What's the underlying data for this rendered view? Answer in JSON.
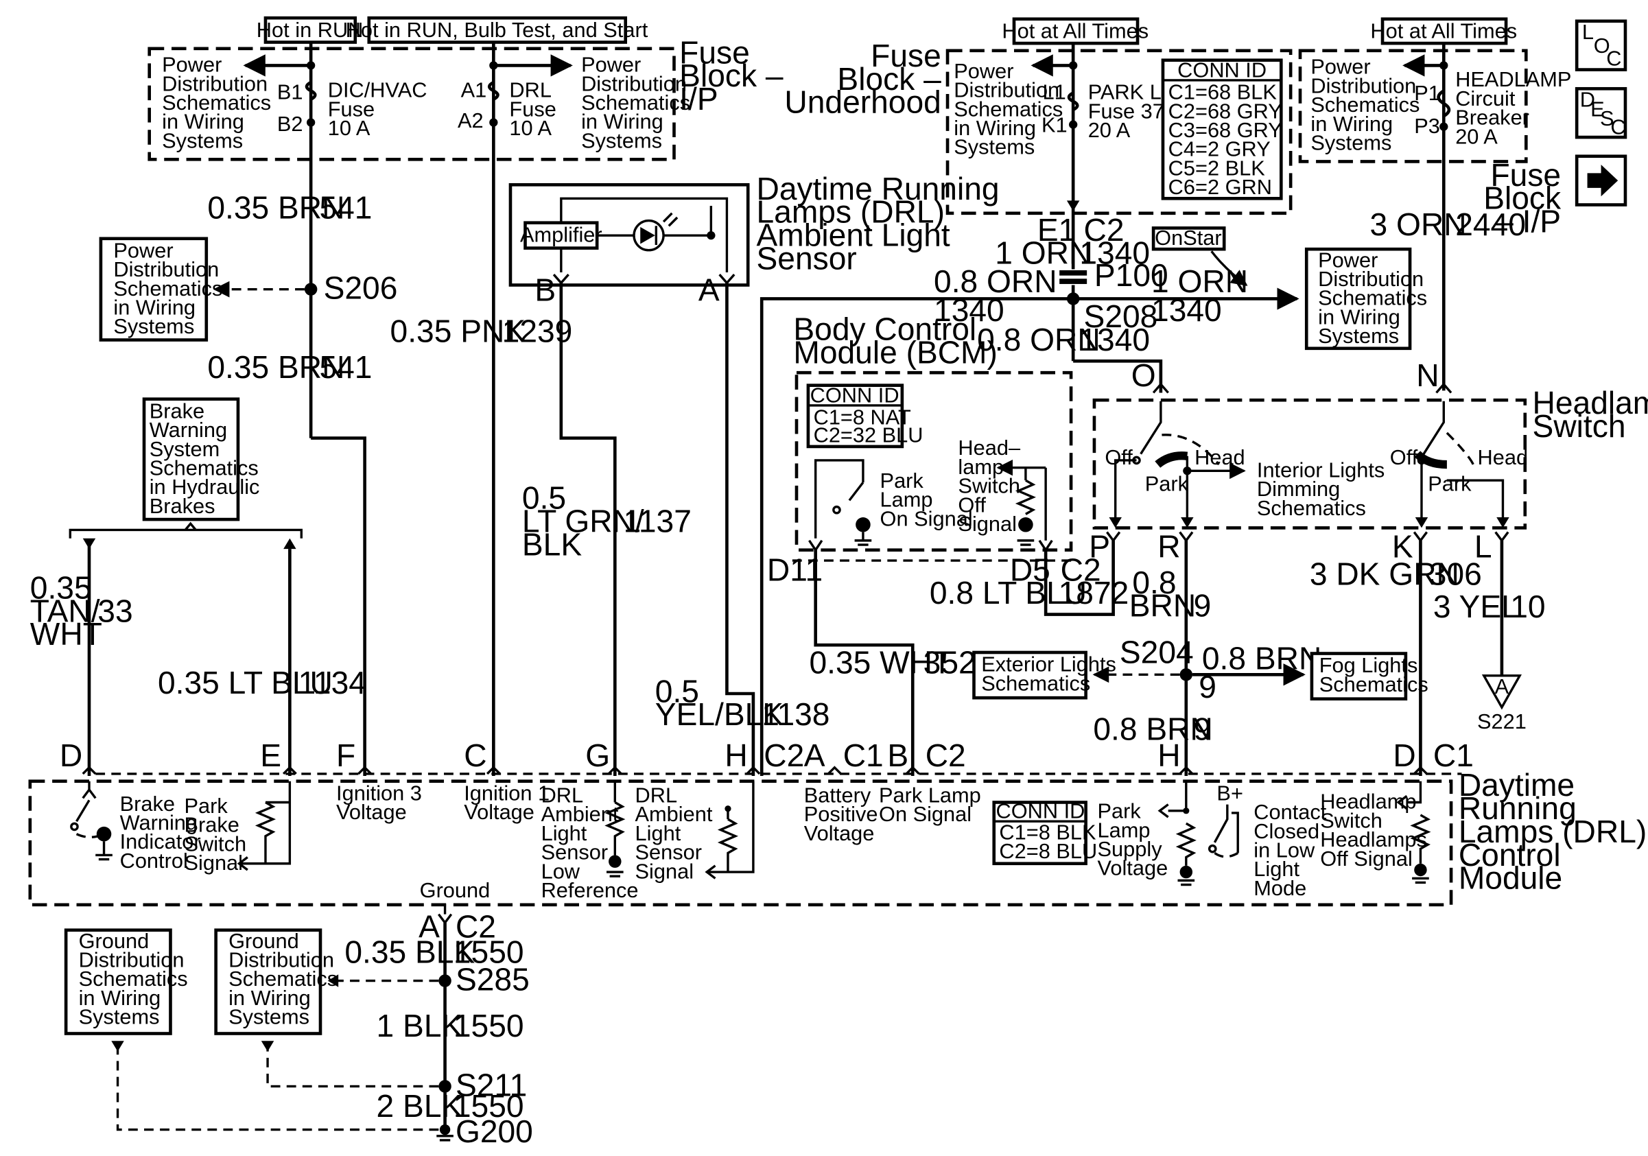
{
  "hot": {
    "run": "Hot in RUN",
    "run_bulb_start": "Hot in RUN, Bulb Test, and Start",
    "all_times_1": "Hot at All Times",
    "all_times_2": "Hot at All Times"
  },
  "nav": {
    "loc": "LOC",
    "desc": "DESC",
    "next_icon": "arrow-right-icon"
  },
  "fuse_block_ip": {
    "title": [
      "Fuse",
      "Block –",
      "I/P"
    ],
    "left_ref": [
      "Power",
      "Distribution",
      "Schematics",
      "in Wiring",
      "Systems"
    ],
    "right_ref": [
      "Power",
      "Distribution",
      "Schematics",
      "in Wiring",
      "Systems"
    ],
    "fuse1": {
      "pin_in": "B1",
      "pin_out": "B2",
      "label": [
        "DIC/HVAC",
        "Fuse",
        "10 A"
      ]
    },
    "fuse2": {
      "pin_in": "A1",
      "pin_out": "A2",
      "label": [
        "DRL",
        "Fuse",
        "10 A"
      ]
    }
  },
  "fuse_block_uh": {
    "title": [
      "Fuse",
      "Block –",
      "Underhood"
    ],
    "ref": [
      "Power",
      "Distribution",
      "Schematics",
      "in Wiring",
      "Systems"
    ],
    "fuse": {
      "pin_in": "L1",
      "pin_out": "K1",
      "label": [
        "PARK LP",
        "Fuse 37",
        "20 A"
      ]
    },
    "conn_id": {
      "title": "CONN ID",
      "lines": [
        "C1=68 BLK",
        "C2=68 GRY",
        "C3=68 GRY",
        "C4=2 GRY",
        "C5=2 BLK",
        "C6=2 GRN"
      ]
    }
  },
  "fuse_block_ip2": {
    "title": [
      "Fuse",
      "Block",
      "– I/P"
    ],
    "ref": [
      "Power",
      "Distribution",
      "Schematics",
      "in Wiring",
      "Systems"
    ],
    "breaker": {
      "pin_in": "P1",
      "pin_out": "P3",
      "label": [
        "HEADLAMP",
        "Circuit",
        "Breaker",
        "20 A"
      ]
    }
  },
  "sensor": {
    "title": [
      "Daytime Running",
      "Lamps (DRL)",
      "Ambient Light",
      "Sensor"
    ],
    "amplifier": "Amplifier",
    "pin_b": "B",
    "pin_a": "A",
    "photo_icon": "photodiode-icon"
  },
  "wires": {
    "w541a": {
      "gauge": "0.35 BRN",
      "circuit": "541"
    },
    "w541b": {
      "gauge": "0.35 BRN",
      "circuit": "541"
    },
    "s206": "S206",
    "ref_s206": [
      "Power",
      "Distribution",
      "Schematics",
      "in Wiring",
      "Systems"
    ],
    "w1239": {
      "gauge": "0.35 PNK",
      "circuit": "1239"
    },
    "w1137": {
      "gauge": [
        "0.5",
        "LT GRN/",
        "BLK"
      ],
      "circuit": "1137"
    },
    "w1138": {
      "gauge": [
        "0.5",
        "YEL/BLK"
      ],
      "circuit": "1138"
    },
    "w33": {
      "gauge": [
        "0.35",
        "TAN/",
        "WHT"
      ],
      "circuit": "33"
    },
    "w1134": {
      "gauge": "0.35 LT BLU",
      "circuit": "1134"
    },
    "brake_ref": [
      "Brake",
      "Warning",
      "System",
      "Schematics",
      "in Hydraulic",
      "Brakes"
    ],
    "e1": "E1",
    "c2_top": "C2",
    "w1340a": {
      "gauge": "1 ORN",
      "circuit": "1340"
    },
    "p100": "P100",
    "w1340b": {
      "gauge": "0.8 ORN",
      "circuit": "1340"
    },
    "s208": "S208",
    "w1340c": {
      "gauge": "1 ORN",
      "circuit": "1340"
    },
    "w1340d": {
      "gauge": "0.8 ORN",
      "circuit": "1340"
    },
    "onstar": "OnStar",
    "ref_s208": [
      "Power",
      "Distribution",
      "Schematics",
      "in Wiring",
      "Systems"
    ],
    "w2440": {
      "gauge": "3 ORN",
      "circuit": "2440"
    },
    "w1872": {
      "gauge": "0.8 LT BLU",
      "circuit": "1872"
    },
    "d11": "D11",
    "d5": "D5",
    "c2_bcm": "C2",
    "w352": {
      "gauge": "0.35 WHT",
      "circuit": "352"
    },
    "w9a": {
      "gauge": [
        "0.8",
        "BRN"
      ],
      "circuit": "9"
    },
    "s204": "S204",
    "w9b": {
      "gauge": "0.8 BRN",
      "circuit": "9"
    },
    "w9c": {
      "circuit": "9"
    },
    "w9d": {
      "gauge": "0.8 BRN",
      "circuit": "9"
    },
    "ext_ref": [
      "Exterior Lights",
      "Schematics"
    ],
    "fog_ref": [
      "Fog Lights",
      "Schematics"
    ],
    "w306": {
      "gauge": "3 DK GRN",
      "circuit": "306"
    },
    "w10": {
      "gauge": "3 YEL",
      "circuit": "10"
    },
    "s221_pin": "A",
    "s221": "S221"
  },
  "bcm": {
    "title": [
      "Body Control",
      "Module (BCM)"
    ],
    "conn_id": {
      "title": "CONN ID",
      "lines": [
        "C1=8 NAT",
        "C2=32 BLU"
      ]
    },
    "park_signal": [
      "Park",
      "Lamp",
      "On Signal"
    ],
    "head_signal": [
      "Head–",
      "lamp",
      "Switch",
      "Off",
      "Signal"
    ]
  },
  "headlamp_switch": {
    "title": [
      "Headlamp",
      "Switch"
    ],
    "pins": {
      "o": "O",
      "n": "N",
      "p": "P",
      "r": "R",
      "k": "K",
      "l": "L"
    },
    "off1": "Off",
    "head1": "Head",
    "park1": "Park",
    "off2": "Off",
    "head2": "Head",
    "park2": "Park",
    "dimming_ref": [
      "Interior Lights",
      "Dimming",
      "Schematics"
    ]
  },
  "drl_module": {
    "title": [
      "Daytime",
      "Running",
      "Lamps (DRL)",
      "Control",
      "Module"
    ],
    "pins": [
      "D",
      "E",
      "F",
      "C",
      "G",
      "H",
      "C2",
      "A",
      "C1",
      "B",
      "C2",
      "H",
      "D",
      "C1"
    ],
    "brake_ctrl": [
      "Brake",
      "Warning",
      "Indicator",
      "Control"
    ],
    "park_brake": [
      "Park",
      "Brake",
      "Switch",
      "Signal"
    ],
    "ign3": [
      "Ignition 3",
      "Voltage"
    ],
    "ign1": [
      "Ignition 1",
      "Voltage"
    ],
    "sensor_low": [
      "DRL",
      "Ambient",
      "Light",
      "Sensor",
      "Low",
      "Reference"
    ],
    "sensor_sig": [
      "DRL",
      "Ambient",
      "Light",
      "Sensor",
      "Signal"
    ],
    "battery": [
      "Battery",
      "Positive",
      "Voltage"
    ],
    "park_on": [
      "Park Lamp",
      "On Signal"
    ],
    "conn_id": {
      "title": "CONN ID",
      "lines": [
        "C1=8 BLK",
        "C2=8 BLU"
      ]
    },
    "park_supply": [
      "Park",
      "Lamp",
      "Supply",
      "Voltage"
    ],
    "bplus": "B+",
    "contact": [
      "Contact",
      "Closed",
      "in Low",
      "Light",
      "Mode"
    ],
    "hl_off": [
      "Headlamp",
      "Switch",
      "Headlamps",
      "Off Signal"
    ],
    "ground": "Ground"
  },
  "ground": {
    "pin": "A",
    "conn": "C2",
    "w1": {
      "gauge": "0.35 BLK",
      "circuit": "1550"
    },
    "s285": "S285",
    "w2": {
      "gauge": "1 BLK",
      "circuit": "1550"
    },
    "s211": "S211",
    "w3": {
      "gauge": "2 BLK",
      "circuit": "1550"
    },
    "g200": "G200",
    "ref1": [
      "Ground",
      "Distribution",
      "Schematics",
      "in Wiring",
      "Systems"
    ],
    "ref2": [
      "Ground",
      "Distribution",
      "Schematics",
      "in Wiring",
      "Systems"
    ]
  }
}
